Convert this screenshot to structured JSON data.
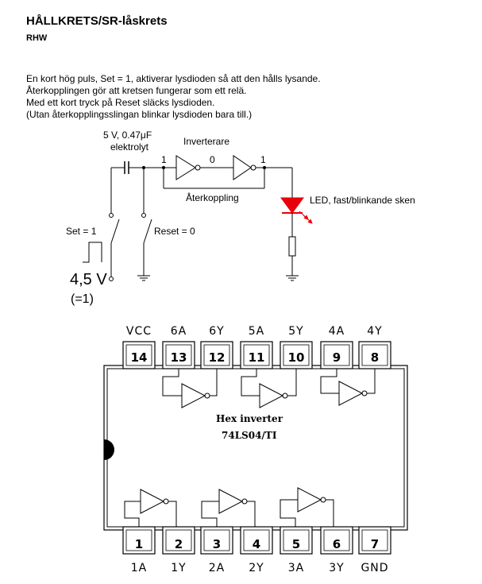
{
  "header": {
    "title": "HÅLLKRETS/SR-låskrets",
    "author": "RHW"
  },
  "description": [
    "En kort hög puls, Set = 1, aktiverar lysdioden så att den hålls lysande.",
    "Återkopplingen gör att kretsen fungerar som ett relä.",
    "Med ett kort tryck på Reset släcks lysdioden.",
    "(Utan återkopplingsslingan blinkar lysdioden bara till.)"
  ],
  "circuit": {
    "capacitor_value": "5 V, 0.47μF",
    "capacitor_type": "elektrolyt",
    "inverters_label": "Inverterare",
    "logic_in": "1",
    "logic_mid": "0",
    "logic_out": "1",
    "feedback_label": "Återkoppling",
    "led_label": "LED, fast/blinkande sken",
    "set_label": "Set = 1",
    "reset_label": "Reset = 0",
    "supply_voltage": "4,5 V",
    "supply_logic": "(=1)",
    "colors": {
      "led": "#e8000b",
      "line": "#000000"
    }
  },
  "chip": {
    "name": "Hex inverter",
    "part": "74LS04/TI",
    "top_pins": [
      {
        "number": "14",
        "name": "VCC"
      },
      {
        "number": "13",
        "name": "6A"
      },
      {
        "number": "12",
        "name": "6Y"
      },
      {
        "number": "11",
        "name": "5A"
      },
      {
        "number": "10",
        "name": "5Y"
      },
      {
        "number": "9",
        "name": "4A"
      },
      {
        "number": "8",
        "name": "4Y"
      }
    ],
    "bottom_pins": [
      {
        "number": "1",
        "name": "1A"
      },
      {
        "number": "2",
        "name": "1Y"
      },
      {
        "number": "3",
        "name": "2A"
      },
      {
        "number": "4",
        "name": "2Y"
      },
      {
        "number": "5",
        "name": "3A"
      },
      {
        "number": "6",
        "name": "3Y"
      },
      {
        "number": "7",
        "name": "GND"
      }
    ]
  }
}
